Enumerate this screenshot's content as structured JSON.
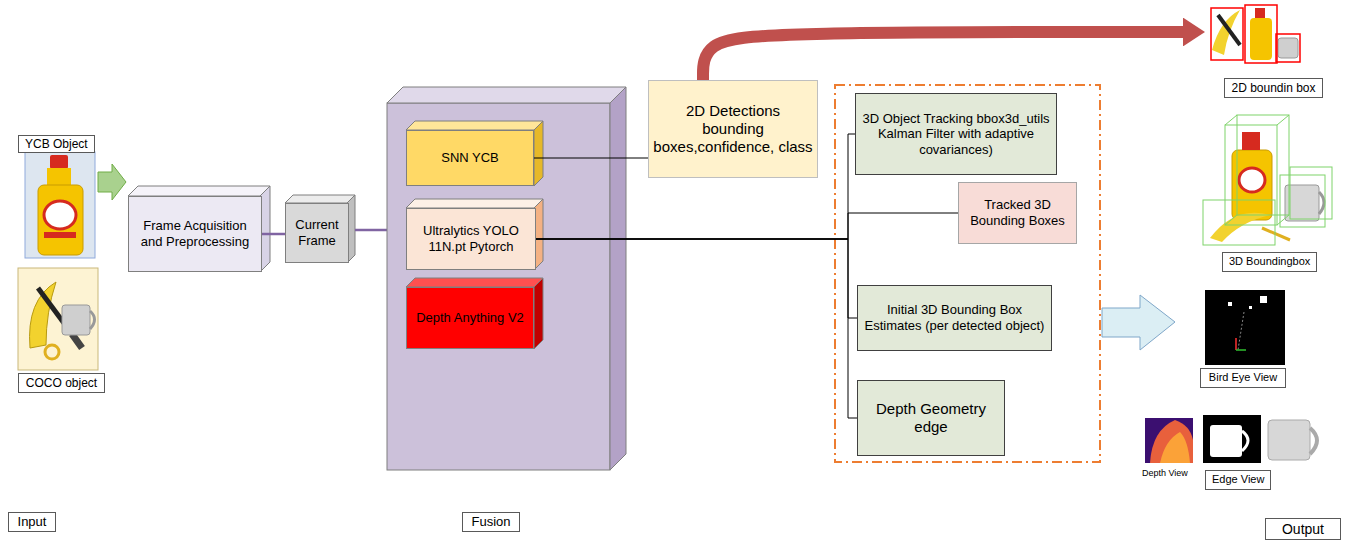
{
  "diagram": {
    "nodes": [
      {
        "text": [
          "YCB Object"
        ]
      },
      {
        "text": [
          "COCO object"
        ]
      },
      {
        "text": [
          "Frame Acquisition and Preprocessing"
        ]
      },
      {
        "text": [
          "Current Frame"
        ]
      },
      {
        "text": [
          "SNN YCB"
        ]
      },
      {
        "text": [
          "Ultralytics YOLO 11N.pt Pytorch"
        ]
      },
      {
        "text": [
          "Depth Anything V2"
        ]
      },
      {
        "text": [
          "2D Detections bounding boxes,confidence, class"
        ]
      },
      {
        "text": [
          "3D Object Tracking bbox3d_utils Kalman Filter with adaptive covariances)"
        ]
      },
      {
        "text": [
          "Tracked 3D Bounding Boxes"
        ]
      },
      {
        "text": [
          "Initial 3D Bounding Box Estimates (per detected object)"
        ]
      },
      {
        "text": [
          "Depth Geometry edge"
        ]
      },
      {
        "text": [
          "2D boundin box"
        ]
      },
      {
        "text": [
          "3D Boundingbox"
        ]
      },
      {
        "text": [
          "Bird Eye View"
        ]
      },
      {
        "text": [
          "Edge View"
        ]
      },
      {
        "text": [
          "Input"
        ]
      },
      {
        "text": [
          "Fusion"
        ]
      },
      {
        "text": [
          "Output"
        ]
      }
    ],
    "edges": [
      {
        "from": 2,
        "to": 3,
        "arrow": "none"
      },
      {
        "from": 4,
        "to": 7,
        "arrow": "none"
      },
      {
        "from": 5,
        "to": 8,
        "arrow": "none"
      },
      {
        "from": 5,
        "to": 9,
        "arrow": "none"
      },
      {
        "from": 5,
        "to": 10,
        "arrow": "none"
      },
      {
        "from": 5,
        "to": 11,
        "arrow": "none"
      },
      {
        "from": 7,
        "to": 12,
        "arrow": "to"
      }
    ],
    "labels": [
      "Depth View"
    ]
  }
}
